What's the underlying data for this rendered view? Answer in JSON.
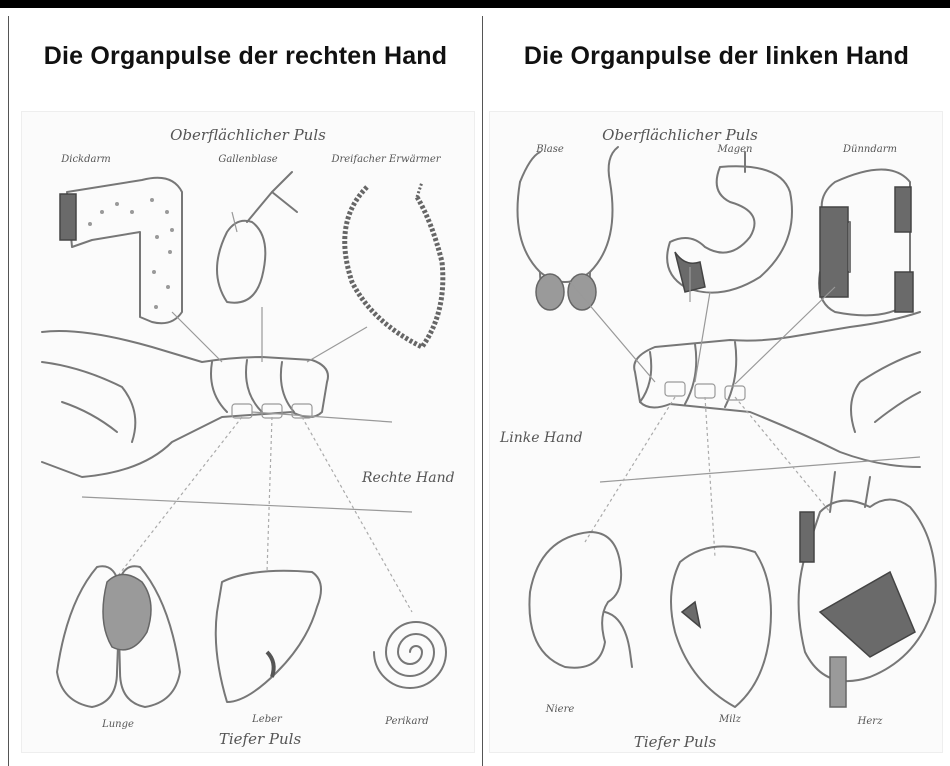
{
  "left_panel": {
    "title": "Die Organpulse der rechten Hand",
    "top_label": "Oberflächlicher Puls",
    "hand_label": "Rechte Hand",
    "bottom_label": "Tiefer Puls",
    "organs_top": [
      "Dickdarm",
      "Gallenblase",
      "Dreifacher Erwärmer"
    ],
    "organs_bottom": [
      "Lunge",
      "Leber",
      "Perikard"
    ]
  },
  "right_panel": {
    "title": "Die Organpulse der linken Hand",
    "top_label": "Oberflächlicher Puls",
    "hand_label": "Linke Hand",
    "bottom_label": "Tiefer Puls",
    "organs_top": [
      "Blase",
      "Magen",
      "Dünndarm"
    ],
    "organs_bottom": [
      "Niere",
      "Milz",
      "Herz"
    ]
  }
}
